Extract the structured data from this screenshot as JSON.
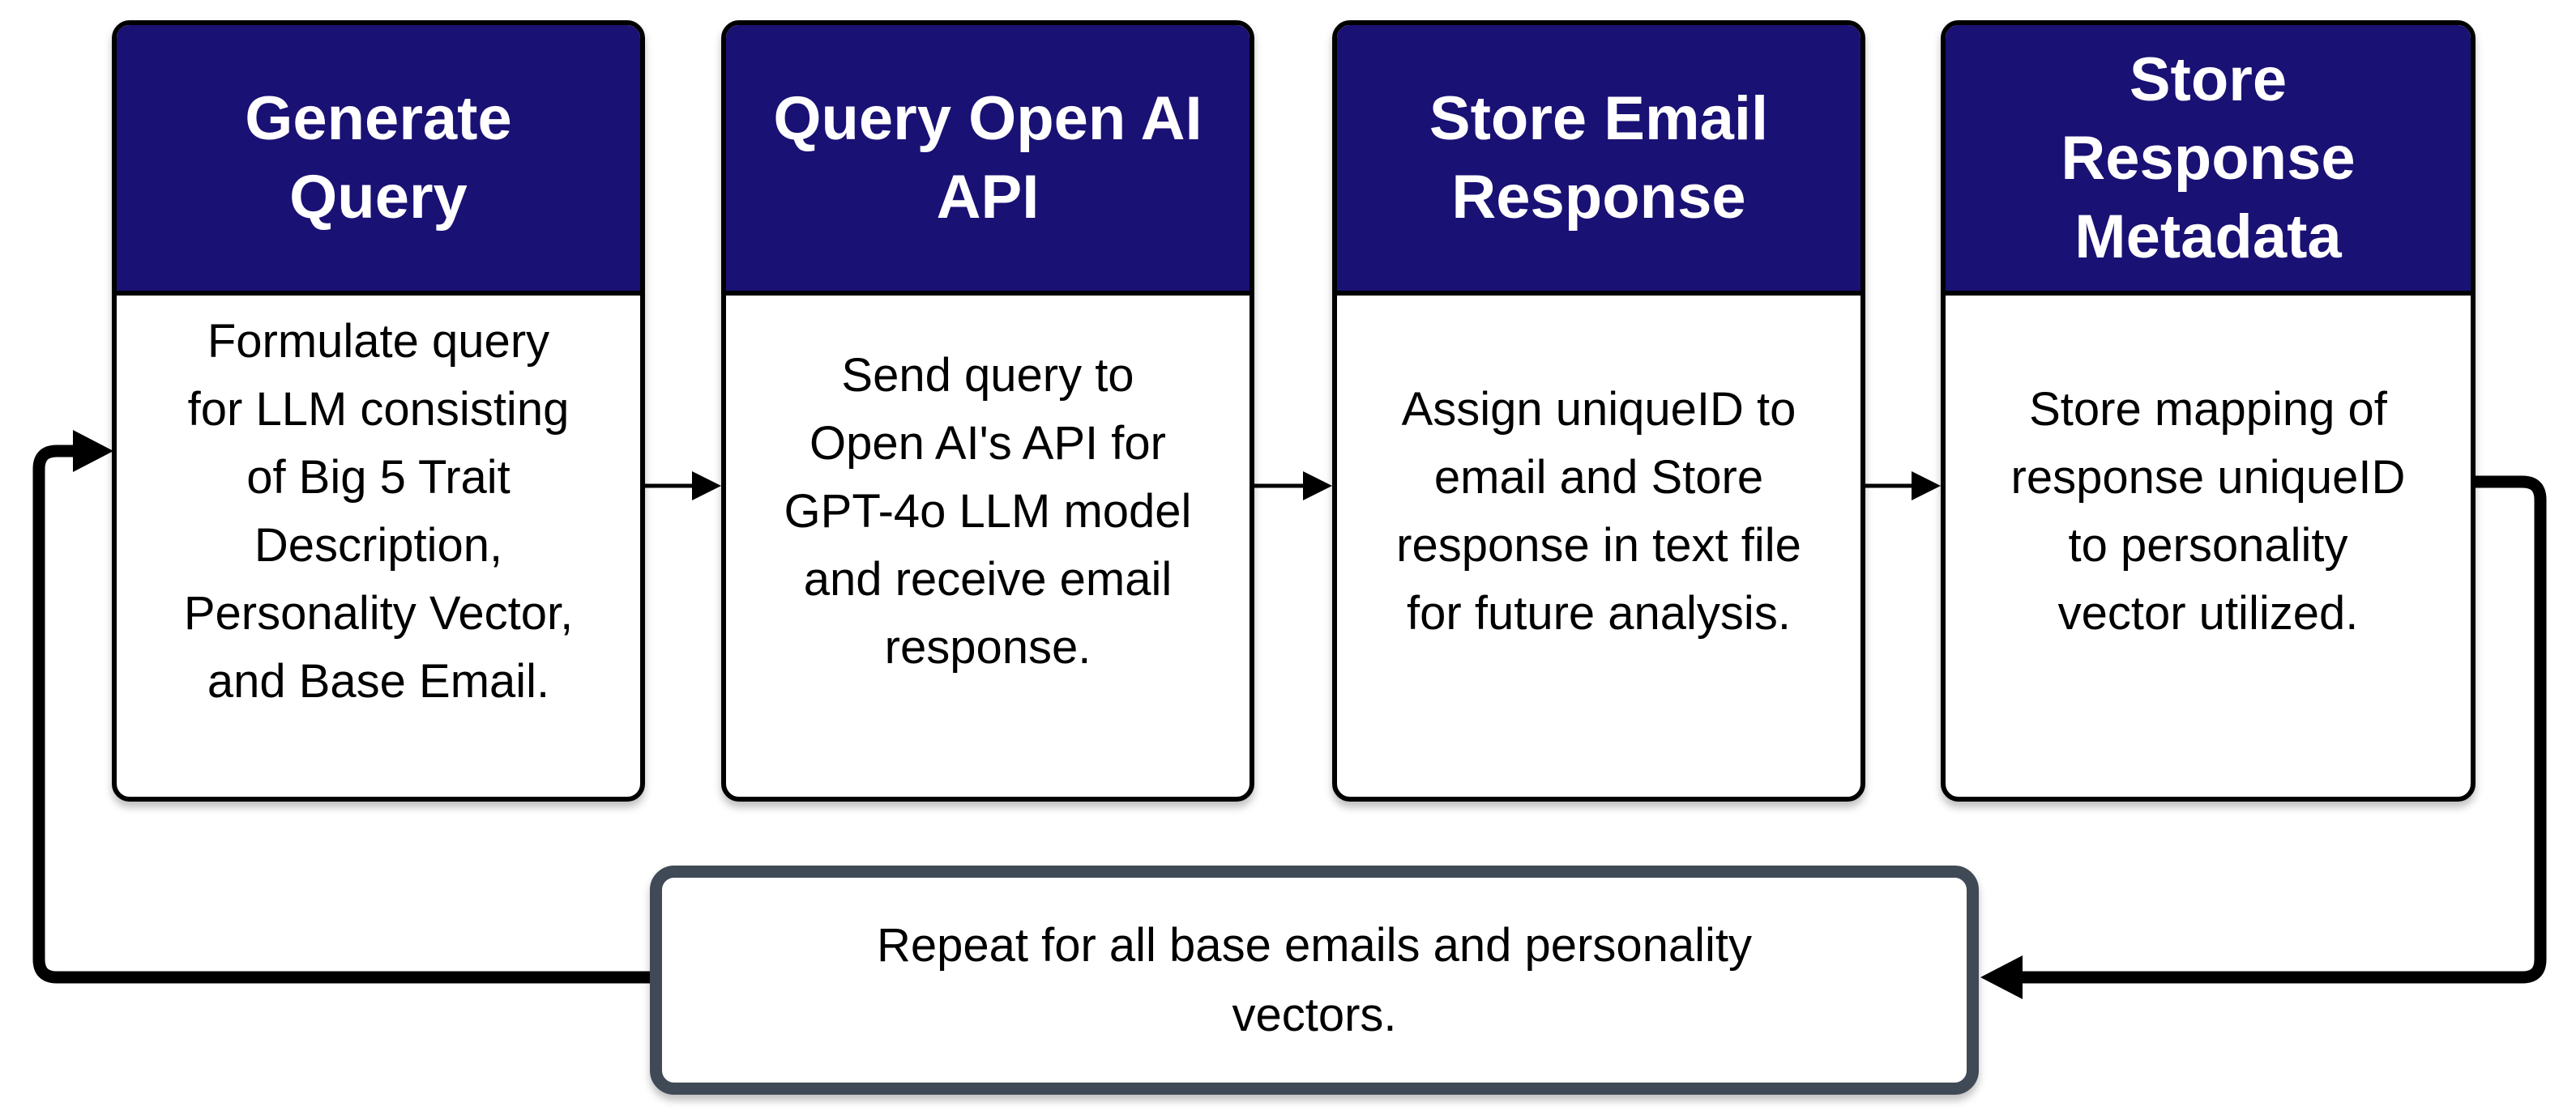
{
  "diagram": {
    "steps": [
      {
        "title": "Generate\nQuery",
        "description": "Formulate query\nfor LLM consisting\nof Big 5 Trait\nDescription,\nPersonality Vector,\nand Base Email."
      },
      {
        "title": "Query Open AI\nAPI",
        "description": "Send query to\nOpen AI's API for\nGPT-4o LLM model\nand receive email\nresponse."
      },
      {
        "title": "Store Email\nResponse",
        "description": "Assign uniqueID to\nemail and Store\nresponse in text file\nfor future analysis."
      },
      {
        "title": "Store\nResponse\nMetadata",
        "description": "Store mapping of\nresponse uniqueID\nto personality\nvector utilized."
      }
    ],
    "loop_note": "Repeat for all base emails and personality\nvectors.",
    "colors": {
      "step_header_bg": "#1a1174",
      "step_header_text": "#ffffff",
      "step_border": "#000000",
      "loop_box_border": "#404a56",
      "connector": "#000000",
      "background": "#ffffff"
    }
  }
}
